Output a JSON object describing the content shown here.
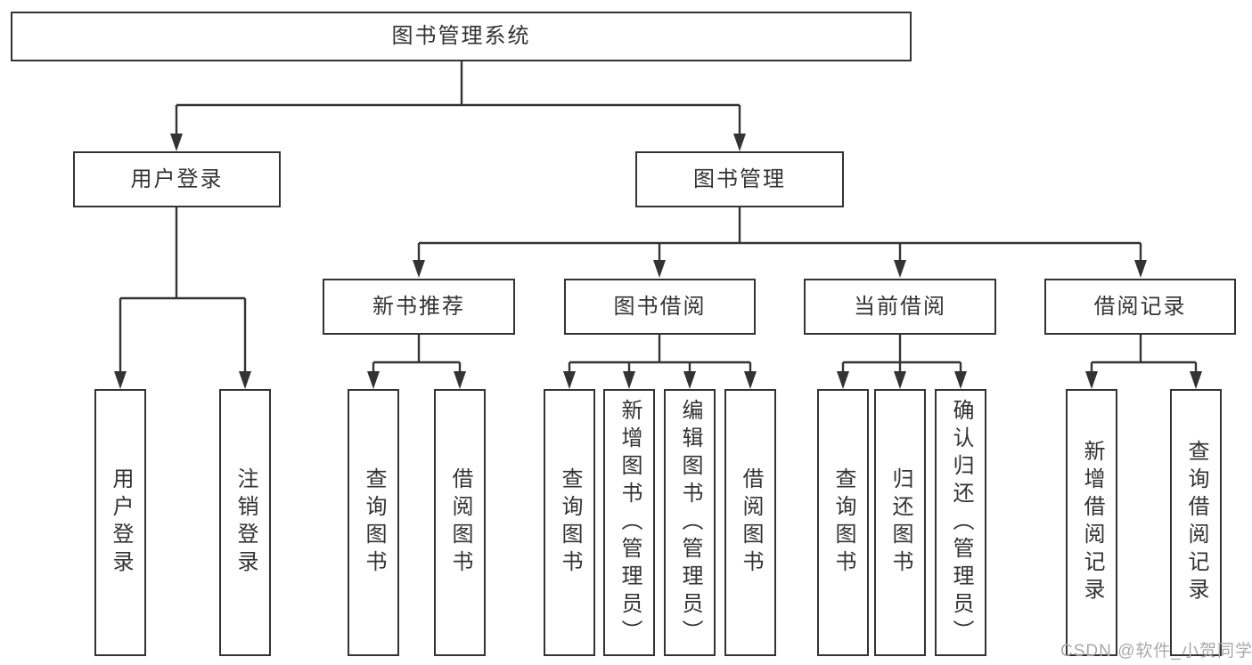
{
  "tree": {
    "label": "图书管理系统",
    "children": [
      {
        "label": "用户登录",
        "children": [
          {
            "label": "用户登录"
          },
          {
            "label": "注销登录"
          }
        ]
      },
      {
        "label": "图书管理",
        "children": [
          {
            "label": "新书推荐",
            "children": [
              {
                "label": "查询图书"
              },
              {
                "label": "借阅图书"
              }
            ]
          },
          {
            "label": "图书借阅",
            "children": [
              {
                "label": "查询图书"
              },
              {
                "label": "新增图书（管理员）"
              },
              {
                "label": "编辑图书（管理员）"
              },
              {
                "label": "借阅图书"
              }
            ]
          },
          {
            "label": "当前借阅",
            "children": [
              {
                "label": "查询图书"
              },
              {
                "label": "归还图书"
              },
              {
                "label": "确认归还（管理员）"
              }
            ]
          },
          {
            "label": "借阅记录",
            "children": [
              {
                "label": "新增借阅记录"
              },
              {
                "label": "查询借阅记录"
              }
            ]
          }
        ]
      }
    ]
  },
  "watermark": {
    "text": "CSDN @软件_小贺同学"
  },
  "colors": {
    "line": "#333333",
    "text": "#333333",
    "watermark": "#a9a9a9",
    "background": "#ffffff"
  }
}
